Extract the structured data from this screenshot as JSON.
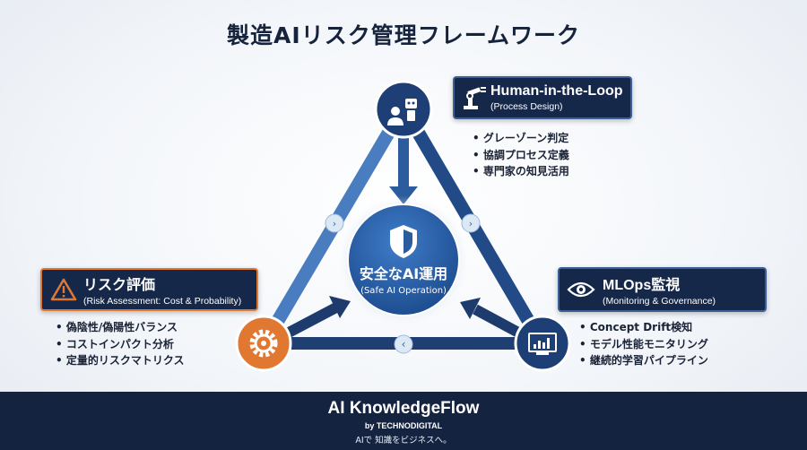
{
  "title": "製造AIリスク管理フレームワーク",
  "center": {
    "label": "安全なAI運用",
    "sublabel": "(Safe AI Operation)"
  },
  "nodes": {
    "hitl": {
      "title": "Human-in-the-Loop",
      "subtitle": "(Process Design)",
      "icon": "robot-arm-icon",
      "items": [
        "グレーゾーン判定",
        "協調プロセス定義",
        "専門家の知見活用"
      ]
    },
    "risk": {
      "title": "リスク評価",
      "subtitle": "(Risk Assessment: Cost & Probability)",
      "icon": "warning-icon",
      "items": [
        "偽陰性/偽陽性バランス",
        "コストインパクト分析",
        "定量的リスクマトリクス"
      ]
    },
    "mlops": {
      "title": "MLOps監視",
      "subtitle": "(Monitoring & Governance)",
      "icon": "eye-icon",
      "items": [
        "Concept Drift検知",
        "モデル性能モニタリング",
        "継続的学習パイプライン"
      ]
    }
  },
  "footer": {
    "brand": "AI KnowledgeFlow",
    "by": "by TECHNODIGITAL",
    "tagline": "AIで 知識をビジネスへ。"
  },
  "colors": {
    "navy": "#16284a",
    "blue": "#2a5a9c",
    "orange": "#e07832"
  }
}
